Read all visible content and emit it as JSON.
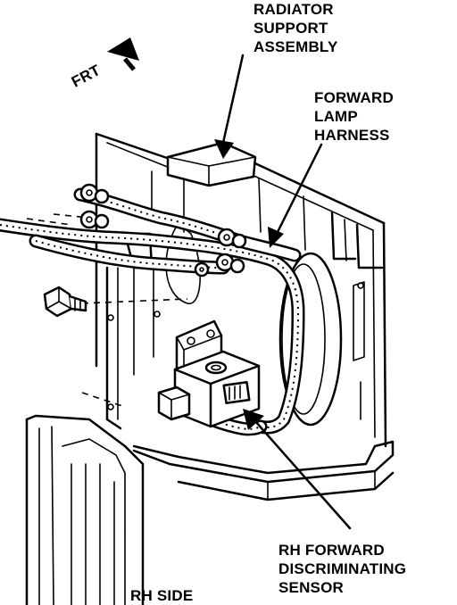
{
  "labels": {
    "radiator_line1": "RADIATOR",
    "radiator_line2": "SUPPORT",
    "radiator_line3": "ASSEMBLY",
    "harness_line1": "FORWARD",
    "harness_line2": "LAMP",
    "harness_line3": "HARNESS",
    "sensor_line1": "RH FORWARD",
    "sensor_line2": "DISCRIMINATING",
    "sensor_line3": "SENSOR",
    "side": "RH SIDE",
    "front": "FRT"
  }
}
